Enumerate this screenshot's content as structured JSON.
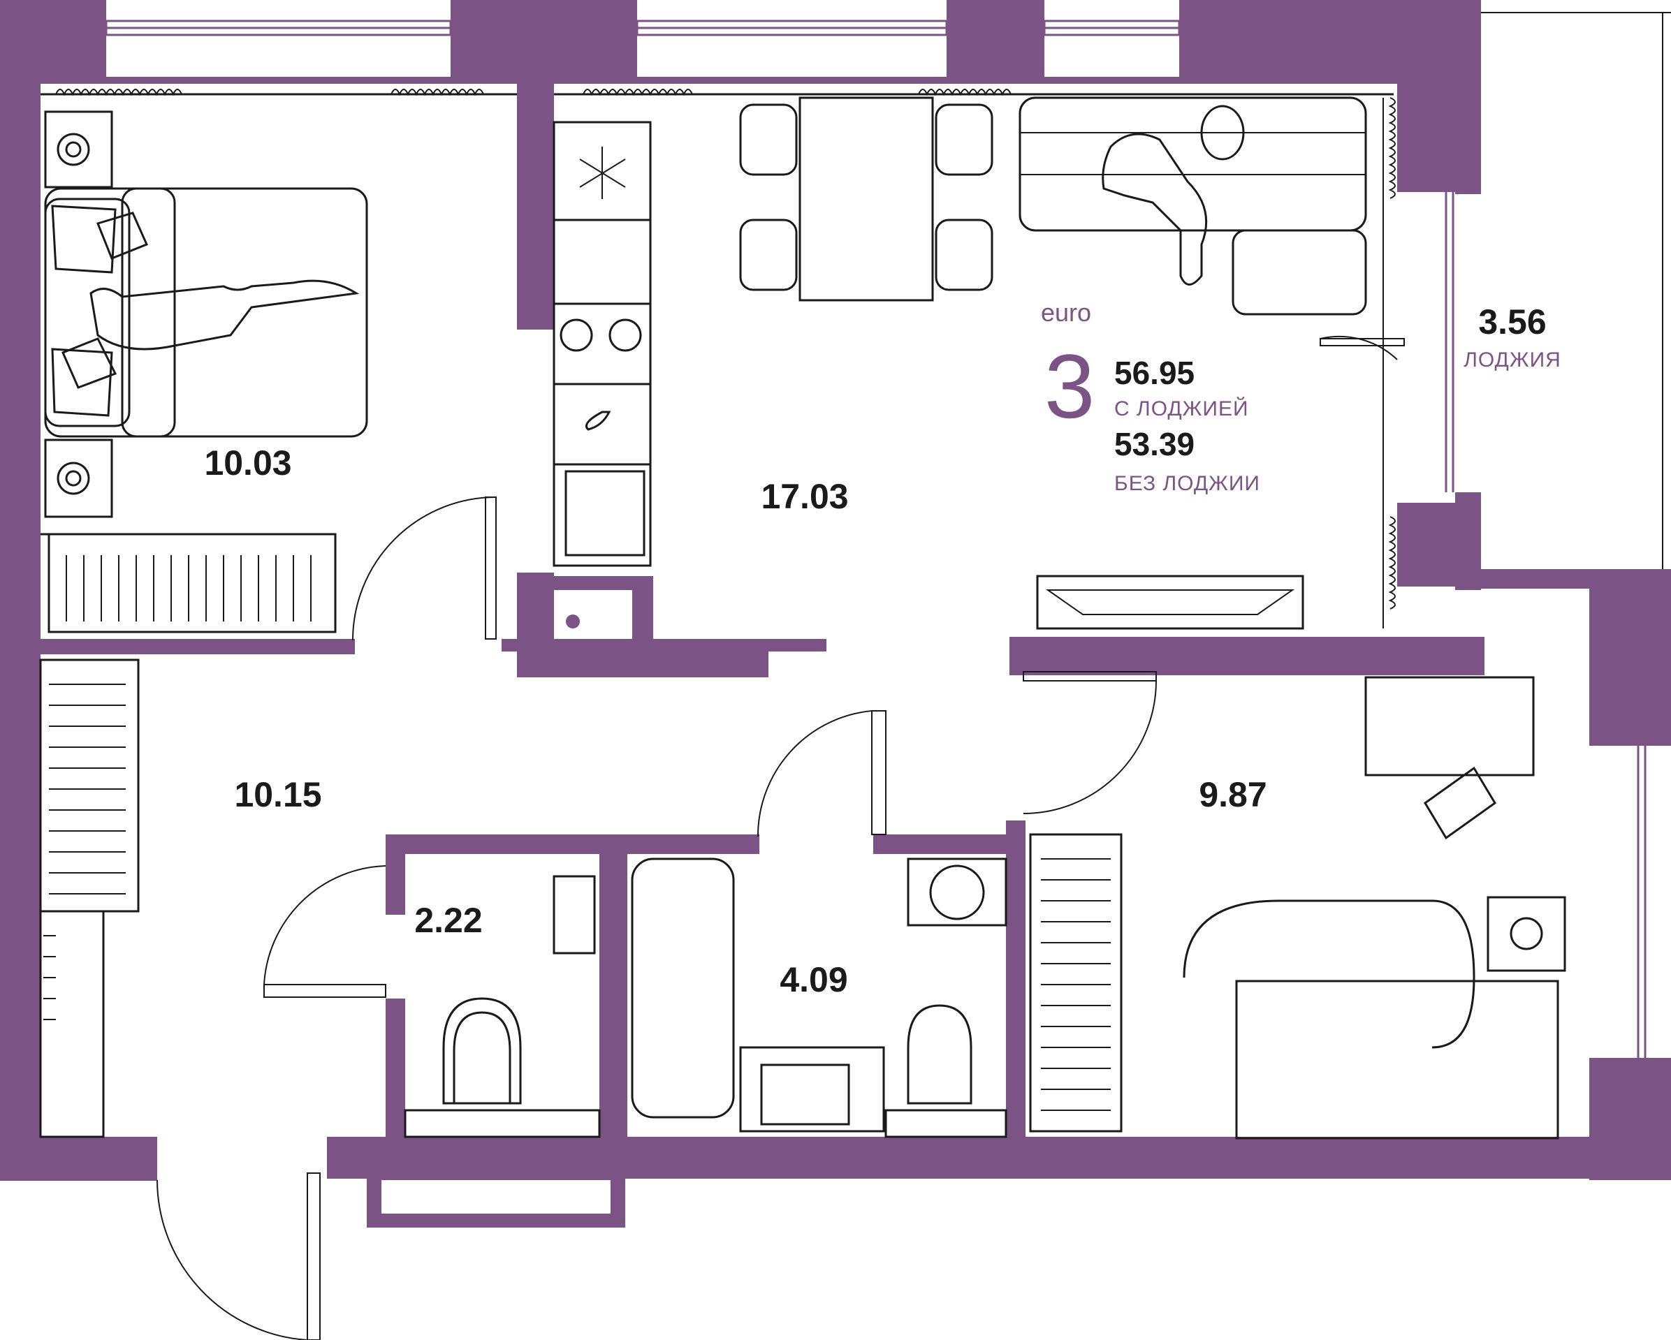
{
  "colors": {
    "wall": "#7b5385",
    "accent": "#7b5385",
    "text": "#1a1a1a",
    "background": "#ffffff"
  },
  "summary": {
    "prefix": "euro",
    "rooms": "3",
    "area_with_loggia": "56.95",
    "with_loggia_label": "С ЛОДЖИЕЙ",
    "area_without_loggia": "53.39",
    "without_loggia_label": "БЕЗ ЛОДЖИИ"
  },
  "rooms": {
    "bedroom_left": "10.03",
    "kitchen_living": "17.03",
    "loggia": "3.56",
    "loggia_label": "ЛОДЖИЯ",
    "hall": "10.15",
    "bedroom_right": "9.87",
    "toilet": "2.22",
    "bathroom": "4.09"
  }
}
